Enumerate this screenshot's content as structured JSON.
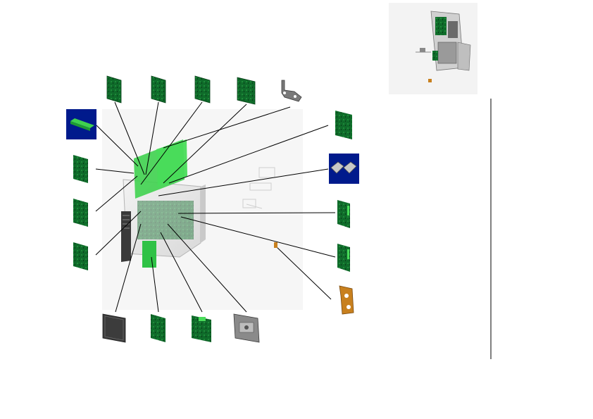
{
  "diagram": {
    "kind": "exploded-parts-view",
    "colors": {
      "pcb_green": "#0f6b2a",
      "pcb_dark": "#0a4d1e",
      "pcb_light": "#3fd14f",
      "highlight_bg": "#001a8c",
      "bracket_gray": "#6b6b6b",
      "module_gray": "#8a8a8a",
      "orange_part": "#c8801e",
      "leader_line": "#000000",
      "divider": "#000000"
    },
    "parts": [
      {
        "name": "pcb-board-top-1",
        "icon": "pcb-icon"
      },
      {
        "name": "pcb-board-top-2",
        "icon": "pcb-icon"
      },
      {
        "name": "pcb-board-top-3",
        "icon": "pcb-icon"
      },
      {
        "name": "pcb-board-top-4",
        "icon": "pcb-icon"
      },
      {
        "name": "metal-bracket",
        "icon": "bracket-icon"
      },
      {
        "name": "highlighted-memory-module",
        "icon": "memory-icon",
        "highlighted": true
      },
      {
        "name": "pcb-board-left-1",
        "icon": "pcb-icon"
      },
      {
        "name": "pcb-board-left-2",
        "icon": "pcb-icon"
      },
      {
        "name": "pcb-board-left-3",
        "icon": "pcb-icon"
      },
      {
        "name": "pcb-board-right-1",
        "icon": "pcb-icon"
      },
      {
        "name": "highlighted-dimm-pair",
        "icon": "dimm-icon",
        "highlighted": true
      },
      {
        "name": "pcb-board-right-2",
        "icon": "pcb-icon"
      },
      {
        "name": "pcb-board-right-3",
        "icon": "pcb-icon"
      },
      {
        "name": "orange-bracket",
        "icon": "orange-bracket-icon"
      },
      {
        "name": "front-panel",
        "icon": "panel-icon"
      },
      {
        "name": "pcb-board-bottom-1",
        "icon": "pcb-icon"
      },
      {
        "name": "pcb-board-bottom-2",
        "icon": "pcb-icon"
      },
      {
        "name": "drive-module",
        "icon": "module-icon"
      }
    ],
    "thumbnail": {
      "name": "assembled-unit-thumbnail",
      "icon": "assembly-icon"
    }
  }
}
